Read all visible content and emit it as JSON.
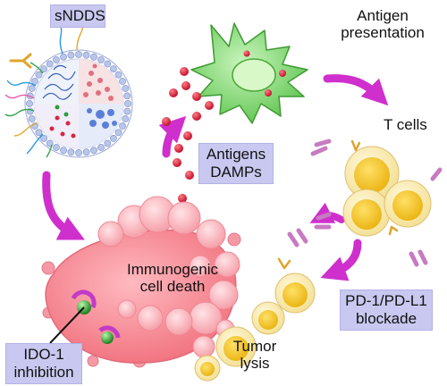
{
  "labels": {
    "sndds": "sNDDS",
    "antigen_presentation_line1": "Antigen",
    "antigen_presentation_line2": "presentation",
    "t_cells": "T cells",
    "antigens_line1": "Antigens",
    "antigens_line2": "DAMPs",
    "immunogenic_line1": "Immunogenic",
    "immunogenic_line2": "cell death",
    "pd1_line1": "PD-1/PD-L1",
    "pd1_line2": "blockade",
    "tumor_lysis_line1": "Tumor",
    "tumor_lysis_line2": "lysis",
    "ido1_line1": "IDO-1",
    "ido1_line2": "inhibition"
  },
  "colors": {
    "label_box": "#c9c8f0",
    "arrow": "#d23fd0",
    "tumor": "#f58a93",
    "dendritic_cell": "#86de78",
    "t_cell": "#f7e08c",
    "antigen_dot": "#d7263d",
    "antibody": "#d98cd0"
  },
  "icons": [
    "nanoparticle-icon",
    "dendritic-cell-icon",
    "t-cell-icon",
    "antibody-icon",
    "tumor-cell-icon",
    "ido1-inhibitor-icon"
  ]
}
